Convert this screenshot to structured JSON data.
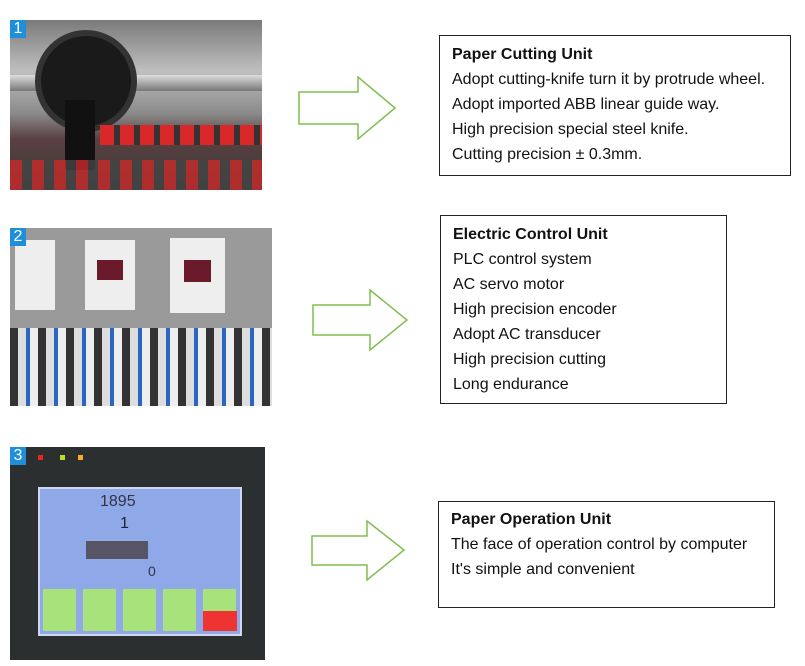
{
  "sections": [
    {
      "number": "1",
      "title": "Paper Cutting Unit",
      "lines": [
        "Adopt cutting-knife turn it by protrude wheel.",
        "Adopt imported ABB linear guide way.",
        "High precision special steel knife.",
        "Cutting precision ± 0.3mm."
      ]
    },
    {
      "number": "2",
      "title": "Electric Control Unit",
      "lines": [
        "PLC control system",
        "AC servo motor",
        "High precision encoder",
        "Adopt AC transducer",
        "High precision cutting",
        "Long endurance"
      ]
    },
    {
      "number": "3",
      "title": "Paper Operation Unit",
      "lines": [
        "The face of operation control by computer",
        "It's simple and convenient"
      ]
    }
  ],
  "panel": {
    "value1": "1895",
    "value2": "1",
    "value3": "0"
  },
  "colors": {
    "arrow": "#7fbf4d",
    "badge": "#1e8fd8",
    "screen": "#8fa9e8",
    "key": "#a8e27a"
  }
}
